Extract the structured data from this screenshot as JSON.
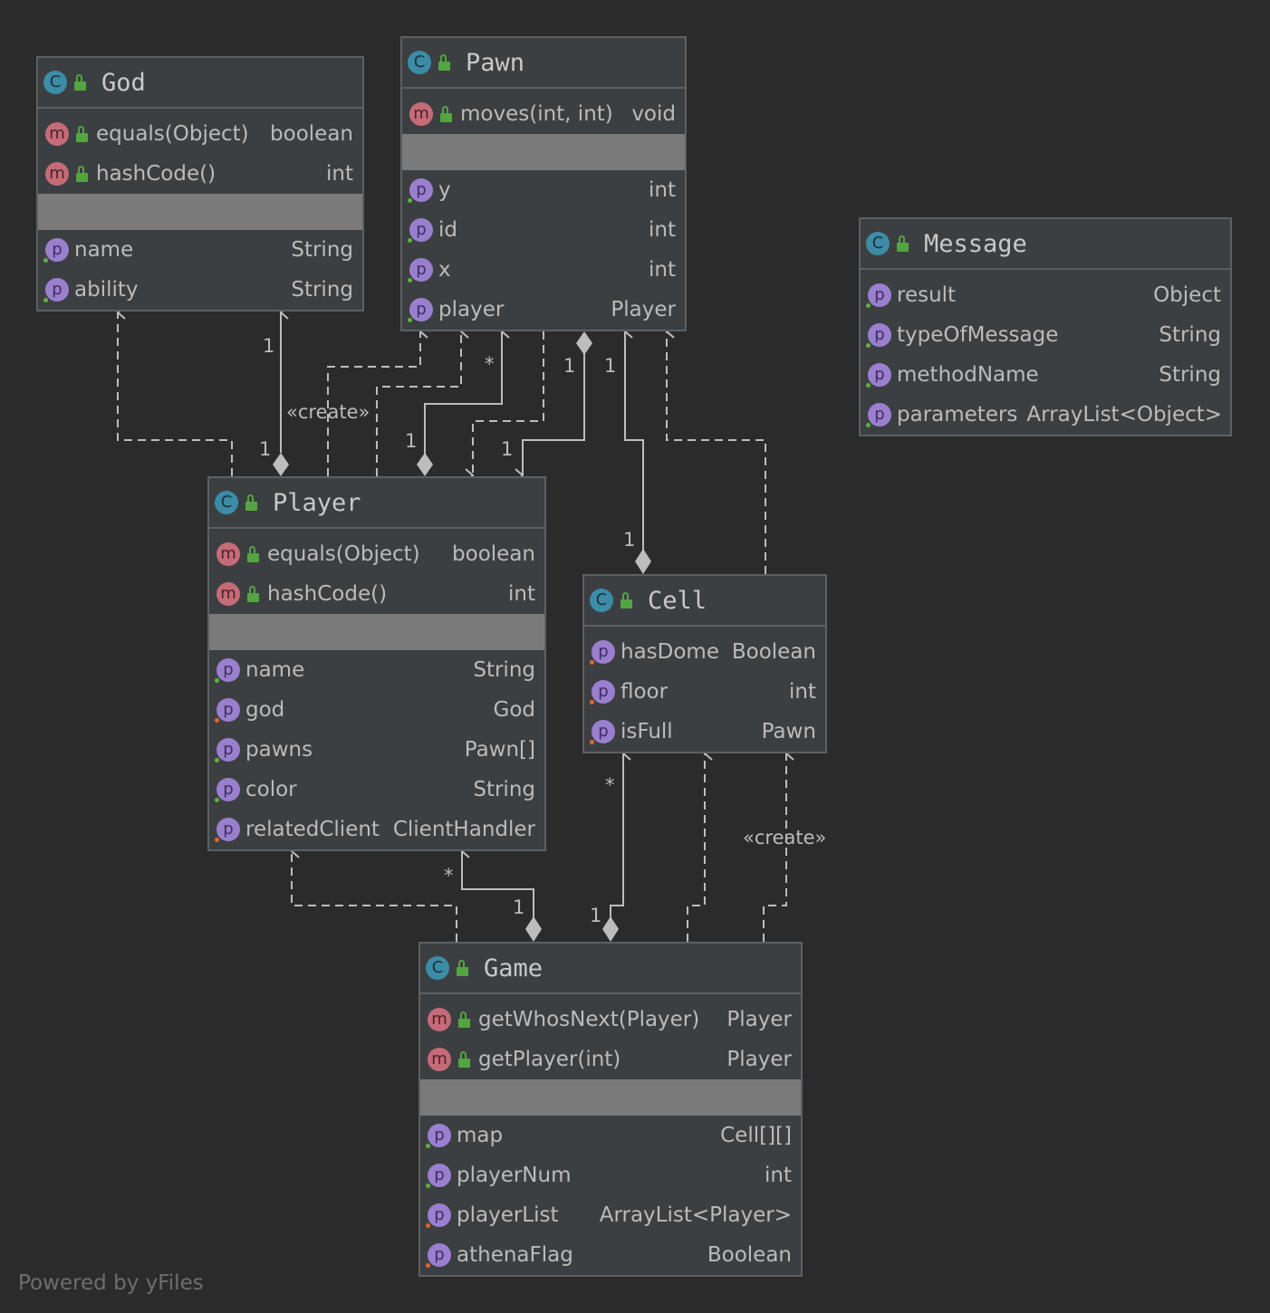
{
  "classes": {
    "god": {
      "name": "God",
      "methods": [
        {
          "name": "equals(Object)",
          "type": "boolean"
        },
        {
          "name": "hashCode()",
          "type": "int"
        }
      ],
      "fields": [
        {
          "name": "name",
          "type": "String"
        },
        {
          "name": "ability",
          "type": "String"
        }
      ]
    },
    "pawn": {
      "name": "Pawn",
      "methods": [
        {
          "name": "moves(int, int)",
          "type": "void"
        }
      ],
      "fields": [
        {
          "name": "y",
          "type": "int"
        },
        {
          "name": "id",
          "type": "int"
        },
        {
          "name": "x",
          "type": "int"
        },
        {
          "name": "player",
          "type": "Player"
        }
      ]
    },
    "message": {
      "name": "Message",
      "fields": [
        {
          "name": "result",
          "type": "Object"
        },
        {
          "name": "typeOfMessage",
          "type": "String"
        },
        {
          "name": "methodName",
          "type": "String"
        },
        {
          "name": "parameters",
          "type": "ArrayList<Object>"
        }
      ]
    },
    "player": {
      "name": "Player",
      "methods": [
        {
          "name": "equals(Object)",
          "type": "boolean"
        },
        {
          "name": "hashCode()",
          "type": "int"
        }
      ],
      "fields": [
        {
          "name": "name",
          "type": "String"
        },
        {
          "name": "god",
          "type": "God"
        },
        {
          "name": "pawns",
          "type": "Pawn[]"
        },
        {
          "name": "color",
          "type": "String"
        },
        {
          "name": "relatedClient",
          "type": "ClientHandler"
        }
      ]
    },
    "cell": {
      "name": "Cell",
      "fields": [
        {
          "name": "hasDome",
          "type": "Boolean"
        },
        {
          "name": "floor",
          "type": "int"
        },
        {
          "name": "isFull",
          "type": "Pawn"
        }
      ]
    },
    "game": {
      "name": "Game",
      "methods": [
        {
          "name": "getWhosNext(Player)",
          "type": "Player"
        },
        {
          "name": "getPlayer(int)",
          "type": "Player"
        }
      ],
      "fields": [
        {
          "name": "map",
          "type": "Cell[][]"
        },
        {
          "name": "playerNum",
          "type": "int"
        },
        {
          "name": "playerList",
          "type": "ArrayList<Player>"
        },
        {
          "name": "athenaFlag",
          "type": "Boolean"
        }
      ]
    }
  },
  "icons": {
    "class": "C",
    "method": "m",
    "field": "p"
  },
  "labels": {
    "create": "«create»",
    "one": "1",
    "many": "*"
  },
  "colors": {
    "background": "#2b2b2b",
    "box": "#3c3f41",
    "separator": "#7a7a7a",
    "classIcon": "#3c8ca8",
    "methodIcon": "#c56b78",
    "fieldIcon": "#9a7fcf",
    "lock": "#54a442"
  },
  "footer": "Powered by yFiles"
}
